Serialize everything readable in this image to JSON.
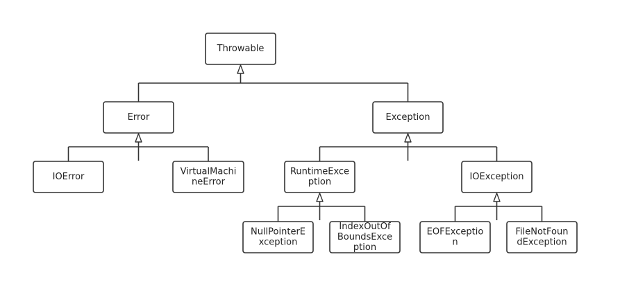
{
  "diagram": {
    "nodes": [
      {
        "id": "throwable",
        "lines": [
          "Throwable"
        ]
      },
      {
        "id": "error",
        "lines": [
          "Error"
        ]
      },
      {
        "id": "exception",
        "lines": [
          "Exception"
        ]
      },
      {
        "id": "ioerror",
        "lines": [
          "IOError"
        ]
      },
      {
        "id": "virtualmachineerror",
        "lines": [
          "VirtualMachi",
          "neError"
        ]
      },
      {
        "id": "runtimeexception",
        "lines": [
          "RuntimeExce",
          "ption"
        ]
      },
      {
        "id": "ioexception",
        "lines": [
          "IOException"
        ]
      },
      {
        "id": "nullpointerexception",
        "lines": [
          "NullPointerE",
          "xception"
        ]
      },
      {
        "id": "indexoutofboundsexception",
        "lines": [
          "IndexOutOf",
          "BoundsExce",
          "ption"
        ]
      },
      {
        "id": "eofexception",
        "lines": [
          "EOFExceptio",
          "n"
        ]
      },
      {
        "id": "filenotfoundexception",
        "lines": [
          "FileNotFoun",
          "dException"
        ]
      }
    ],
    "edges": [
      {
        "parent": "throwable",
        "children": [
          "error",
          "exception"
        ]
      },
      {
        "parent": "error",
        "children": [
          "ioerror",
          "virtualmachineerror"
        ]
      },
      {
        "parent": "exception",
        "children": [
          "runtimeexception",
          "ioexception"
        ]
      },
      {
        "parent": "runtimeexception",
        "children": [
          "nullpointerexception",
          "indexoutofboundsexception"
        ]
      },
      {
        "parent": "ioexception",
        "children": [
          "eofexception",
          "filenotfoundexception"
        ]
      }
    ]
  }
}
